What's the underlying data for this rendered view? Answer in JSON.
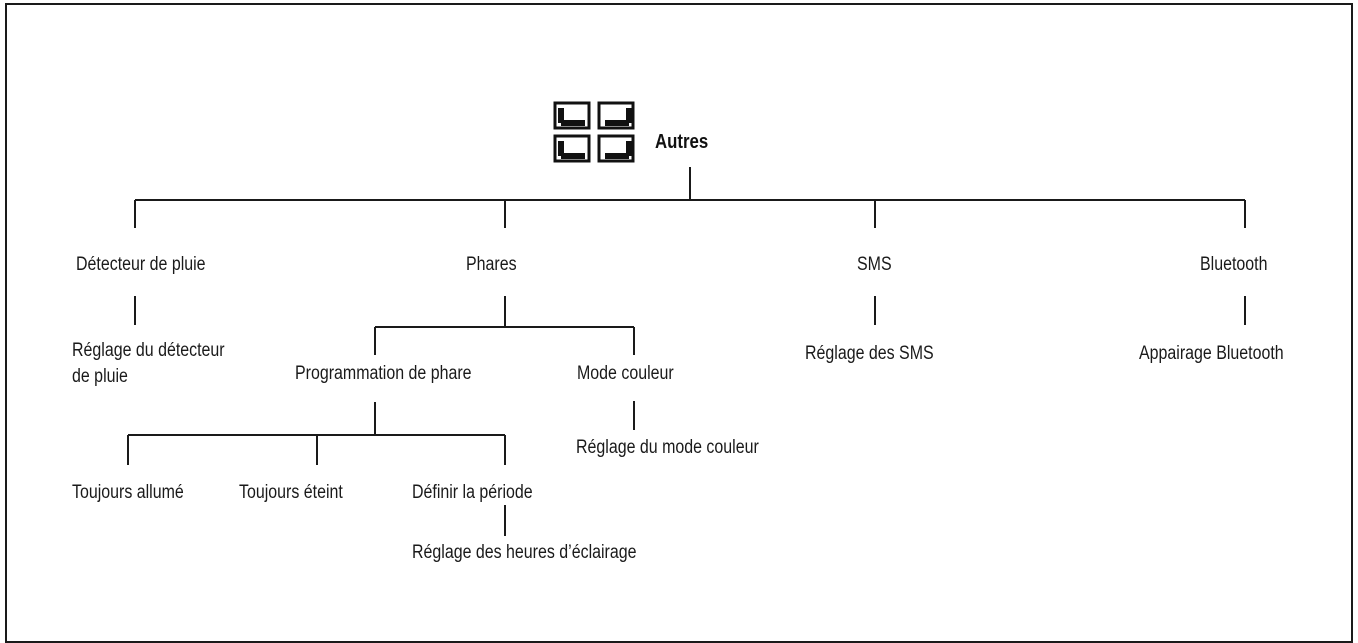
{
  "root": {
    "label": "Autres",
    "icon": "grid-four-squares-icon"
  },
  "branches": [
    {
      "label": "Détecteur de pluie",
      "children": [
        {
          "label_line1": "Réglage du détecteur",
          "label_line2": "de pluie"
        }
      ]
    },
    {
      "label": "Phares",
      "children": [
        {
          "label": "Programmation de phare",
          "children": [
            {
              "label": "Toujours allumé"
            },
            {
              "label": "Toujours éteint"
            },
            {
              "label": "Définir la période",
              "children": [
                {
                  "label": "Réglage des heures d’éclairage"
                }
              ]
            }
          ]
        },
        {
          "label": "Mode couleur",
          "children": [
            {
              "label": "Réglage du mode couleur"
            }
          ]
        }
      ]
    },
    {
      "label": "SMS",
      "children": [
        {
          "label": "Réglage des SMS"
        }
      ]
    },
    {
      "label": "Bluetooth",
      "children": [
        {
          "label": "Appairage Bluetooth"
        }
      ]
    }
  ],
  "colors": {
    "line": "#1a1a1a",
    "text": "#1a1a1a",
    "background": "#ffffff"
  }
}
